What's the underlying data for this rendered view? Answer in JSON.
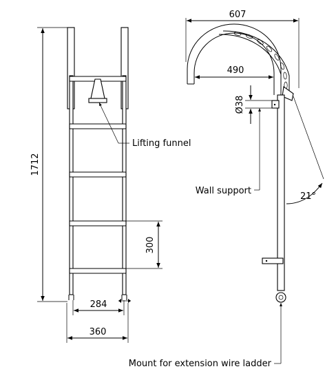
{
  "dimensions": {
    "overall_height": "1712",
    "rung_spacing": "300",
    "inner_width": "284",
    "outer_width": "360",
    "hook_outer_width": "607",
    "hook_inner_width": "490",
    "tube_diameter": "Ø38",
    "angle": "21°"
  },
  "callouts": {
    "lifting_funnel": "Lifting funnel",
    "wall_support": "Wall support",
    "mount": "Mount for extension wire ladder"
  }
}
